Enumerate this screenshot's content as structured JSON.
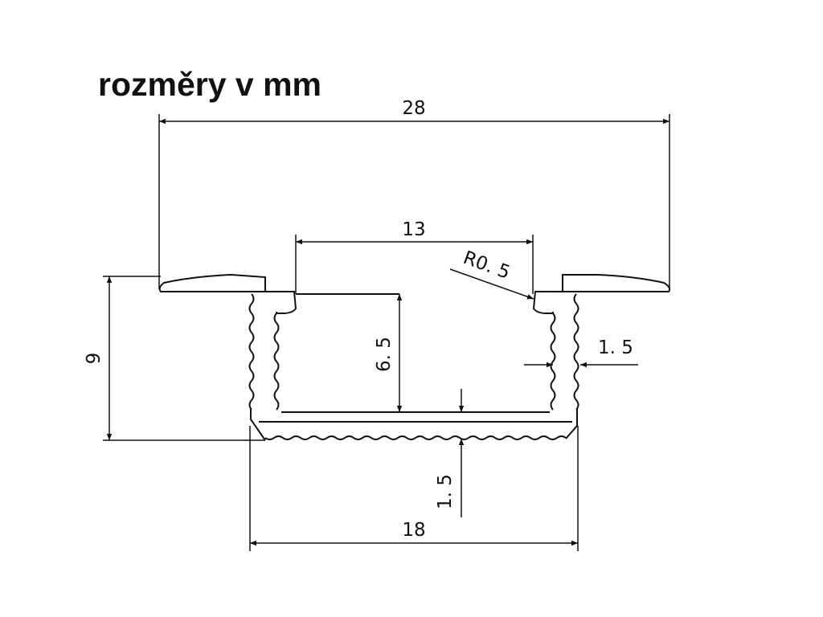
{
  "title": "rozměry v mm",
  "dimensions": {
    "overall_width": "28",
    "opening_width": "13",
    "corner_radius": "R0. 5",
    "overall_height": "9",
    "inner_depth": "6. 5",
    "wall_thickness": "1. 5",
    "base_thickness": "1. 5",
    "body_width": "18"
  },
  "colors": {
    "line": "#111111",
    "background": "#ffffff"
  }
}
